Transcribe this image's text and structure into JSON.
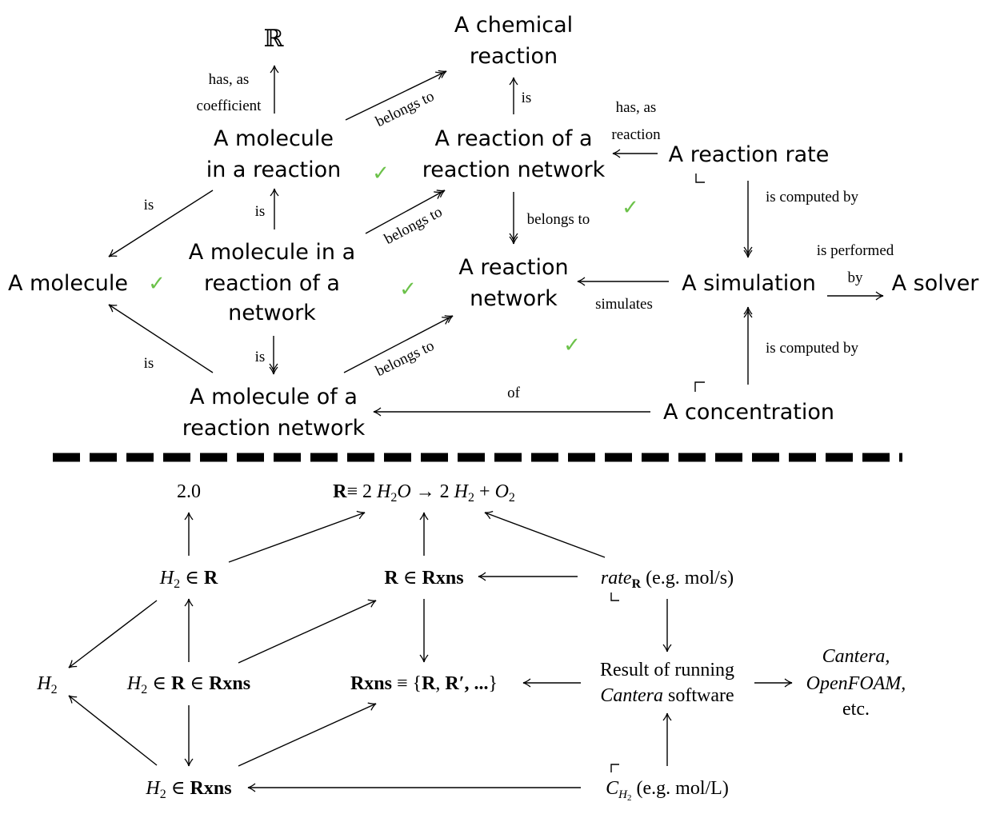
{
  "top": {
    "nodes": {
      "reals": "ℝ",
      "chem_reaction_1": "A chemical",
      "chem_reaction_2": "reaction",
      "mol_in_reaction_1": "A molecule",
      "mol_in_reaction_2": "in a reaction",
      "reaction_of_net_1": "A reaction of a",
      "reaction_of_net_2": "reaction network",
      "reaction_rate": "A reaction rate",
      "molecule": "A molecule",
      "mol_in_reaction_of_net_1": "A molecule in a",
      "mol_in_reaction_of_net_2": "reaction of a",
      "mol_in_reaction_of_net_3": "network",
      "reaction_network_1": "A reaction",
      "reaction_network_2": "network",
      "simulation": "A simulation",
      "solver": "A solver",
      "mol_of_net_1": "A molecule of a",
      "mol_of_net_2": "reaction network",
      "concentration": "A concentration"
    },
    "edges": {
      "has_as_coeff_1": "has, as",
      "has_as_coeff_2": "coefficient",
      "belongs_to_1": "belongs to",
      "is_1": "is",
      "has_as_reaction_1": "has, as",
      "has_as_reaction_2": "reaction",
      "is_2": "is",
      "is_3": "is",
      "belongs_to_2": "belongs to",
      "belongs_to_3": "belongs to",
      "is_computed_by_1": "is computed by",
      "is_performed_1": "is performed",
      "is_performed_2": "by",
      "simulates": "simulates",
      "is_4": "is",
      "is_5": "is",
      "belongs_to_4": "belongs to",
      "is_computed_by_2": "is computed by",
      "of": "of"
    },
    "check_mark": "✓"
  },
  "bottom": {
    "nodes": {
      "coeff": "2.0",
      "reaction_R": "R",
      "reaction_eq": "≡ 2 ",
      "reaction_h2o_H": "H",
      "reaction_h2o_sub": "2",
      "reaction_h2o_O": "O",
      "reaction_arrow": " → 2 ",
      "reaction_h2_H": "H",
      "reaction_h2_sub": "2",
      "reaction_plus": " + ",
      "reaction_o2_O": "O",
      "reaction_o2_sub": "2",
      "h2_in_R_H": "H",
      "h2_in_R_sub": "2",
      "h2_in_R_rel": " ∈ ",
      "h2_in_R_R": "R",
      "R_in_Rxns_R": "R",
      "R_in_Rxns_rel": " ∈ ",
      "R_in_Rxns_Rxns": "Rxns",
      "rate_it": "rate",
      "rate_sub": "R",
      "rate_unit": " (e.g. mol/s)",
      "h2_H": "H",
      "h2_sub": "2",
      "h2_R_Rxns_H": "H",
      "h2_R_Rxns_sub": "2",
      "h2_R_Rxns_rel1": " ∈ ",
      "h2_R_Rxns_R": "R",
      "h2_R_Rxns_rel2": " ∈ ",
      "h2_R_Rxns_Rxns": "Rxns",
      "rxns_def_Rxns": "Rxns",
      "rxns_def_eq": " ≡ {",
      "rxns_def_R": "R",
      "rxns_def_comma": ", ",
      "rxns_def_Rp": "R′",
      "rxns_def_dots": ", ...",
      "rxns_def_close": "}",
      "result_1": "Result of running",
      "result_2_it": "Cantera",
      "result_2": " software",
      "solver_1": "Cantera,",
      "solver_2": "OpenFOAM,",
      "solver_3": "etc.",
      "h2_in_Rxns_H": "H",
      "h2_in_Rxns_sub": "2",
      "h2_in_Rxns_rel": " ∈ ",
      "h2_in_Rxns_Rxns": "Rxns",
      "conc_C": "C",
      "conc_sub": "H",
      "conc_subsub": "2",
      "conc_unit": " (e.g. mol/L)"
    }
  },
  "colors": {
    "check": "#6cc24a",
    "ink": "#000000",
    "divider": "#000000"
  }
}
